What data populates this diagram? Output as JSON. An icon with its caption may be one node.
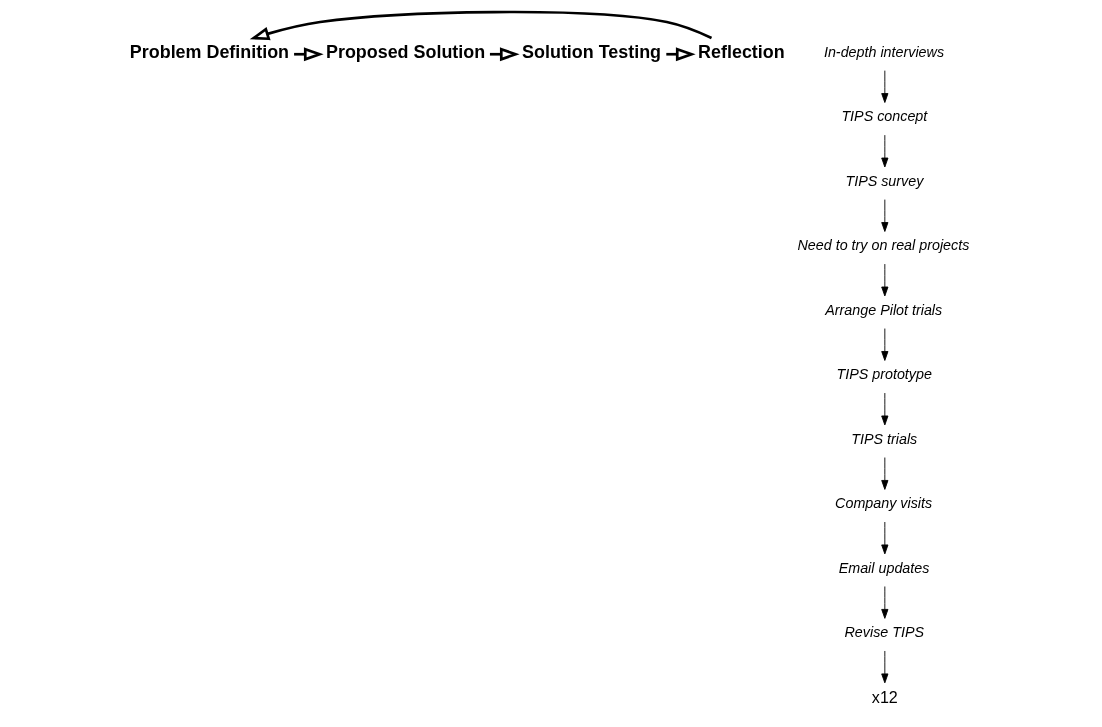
{
  "diagram": {
    "nodes": [
      {
        "text": [
          "Problem Definition"
        ]
      },
      {
        "text": [
          "In-depth interviews"
        ]
      },
      {
        "text": [
          "Arrange Pilot trials"
        ]
      },
      {
        "text": [
          "Email updates"
        ]
      },
      {
        "text": [
          "Need to try on real projects"
        ]
      },
      {
        "text": [
          "Company visits"
        ]
      },
      {
        "text": [
          "Revise TIPS"
        ]
      },
      {
        "text": [
          "TIPS prototype"
        ]
      },
      {
        "text": [
          "TIPS concept"
        ]
      },
      {
        "text": [
          "x12"
        ]
      },
      {
        "text": [
          "TIPS trials"
        ]
      },
      {
        "text": [
          "TIPS survey"
        ]
      },
      {
        "text": [
          "Reflection"
        ]
      },
      {
        "text": [
          "Proposed Solution"
        ]
      },
      {
        "text": [
          "Solution Testing"
        ]
      }
    ],
    "edges": [
      {
        "from": 12,
        "to": 0,
        "arrow": "to",
        "style": "thick"
      },
      {
        "from": 0,
        "to": 13,
        "arrow": "to",
        "style": "thick"
      },
      {
        "from": 13,
        "to": 14,
        "arrow": "to",
        "style": "thick"
      },
      {
        "from": 14,
        "to": 12,
        "arrow": "to",
        "style": "thick"
      },
      {
        "from": 1,
        "to": 8,
        "arrow": "to"
      },
      {
        "from": 2,
        "to": 7,
        "arrow": "to"
      },
      {
        "from": 3,
        "to": 6,
        "arrow": "to"
      },
      {
        "from": 4,
        "to": 2,
        "arrow": "to"
      },
      {
        "from": 5,
        "to": 3,
        "arrow": "to"
      },
      {
        "from": 6,
        "to": 9,
        "arrow": "to"
      },
      {
        "from": 7,
        "to": 10,
        "arrow": "to"
      },
      {
        "from": 8,
        "to": 11,
        "arrow": "to"
      },
      {
        "from": 10,
        "to": 5,
        "arrow": "to"
      },
      {
        "from": 11,
        "to": 4,
        "arrow": "to"
      }
    ]
  }
}
